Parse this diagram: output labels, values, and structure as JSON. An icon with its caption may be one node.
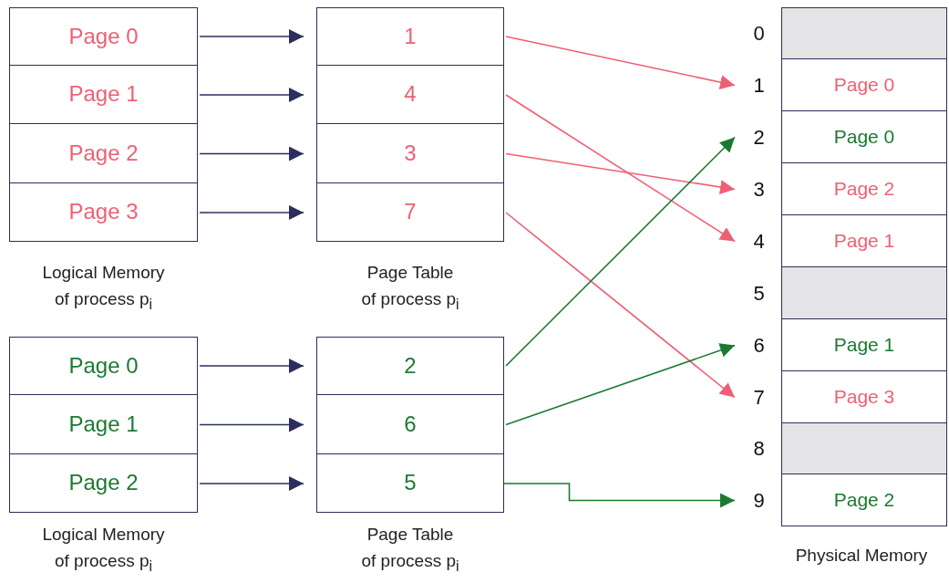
{
  "diagram": {
    "nodes": [
      {
        "text": [
          "Page 0"
        ]
      },
      {
        "text": [
          "Page 1"
        ]
      },
      {
        "text": [
          "Page 2"
        ]
      },
      {
        "text": [
          "Page 3"
        ]
      },
      {
        "text": [
          "1"
        ]
      },
      {
        "text": [
          "4"
        ]
      },
      {
        "text": [
          "3"
        ]
      },
      {
        "text": [
          "7"
        ]
      },
      {
        "text": [
          "Page 0"
        ]
      },
      {
        "text": [
          "Page 1"
        ]
      },
      {
        "text": [
          "Page 2"
        ]
      },
      {
        "text": [
          "2"
        ]
      },
      {
        "text": [
          "6"
        ]
      },
      {
        "text": [
          "5"
        ]
      },
      {
        "text": [],
        "shape": "box",
        "beside": [
          "0"
        ]
      },
      {
        "text": [
          "Page 0"
        ],
        "beside": [
          "1"
        ]
      },
      {
        "text": [
          "Page 0"
        ],
        "beside": [
          "2"
        ]
      },
      {
        "text": [
          "Page 2"
        ],
        "beside": [
          "3"
        ]
      },
      {
        "text": [
          "Page 1"
        ],
        "beside": [
          "4"
        ]
      },
      {
        "text": [],
        "shape": "box",
        "beside": [
          "5"
        ]
      },
      {
        "text": [
          "Page 1"
        ],
        "beside": [
          "6"
        ]
      },
      {
        "text": [
          "Page 3"
        ],
        "beside": [
          "7"
        ]
      },
      {
        "text": [],
        "shape": "box",
        "beside": [
          "8"
        ]
      },
      {
        "text": [
          "Page 2"
        ],
        "beside": [
          "9"
        ]
      }
    ],
    "edges": [
      {
        "from": 0,
        "to": 4,
        "arrow": "to"
      },
      {
        "from": 1,
        "to": 5,
        "arrow": "to"
      },
      {
        "from": 2,
        "to": 6,
        "arrow": "to"
      },
      {
        "from": 3,
        "to": 7,
        "arrow": "to"
      },
      {
        "from": 8,
        "to": 11,
        "arrow": "to"
      },
      {
        "from": 9,
        "to": 12,
        "arrow": "to"
      },
      {
        "from": 10,
        "to": 13,
        "arrow": "to"
      },
      {
        "from": 4,
        "to": 15,
        "arrow": "to",
        "color": "#ef5f73"
      },
      {
        "from": 5,
        "to": 18,
        "arrow": "to",
        "color": "#ef5f73"
      },
      {
        "from": 6,
        "to": 17,
        "arrow": "to",
        "color": "#ef5f73"
      },
      {
        "from": 7,
        "to": 21,
        "arrow": "to",
        "color": "#ef5f73"
      },
      {
        "from": 11,
        "to": 16,
        "arrow": "to",
        "color": "#1b7a31"
      },
      {
        "from": 12,
        "to": 20,
        "arrow": "to",
        "color": "#1b7a31"
      },
      {
        "from": 13,
        "to": 23,
        "arrow": "to",
        "color": "#1b7a31"
      }
    ],
    "labels": [
      "Logical Memory of process p$_{i}$",
      "Page Table of process p$_{i}$",
      "Logical Memory of process p$_{i}$",
      "Page Table of process p$_{i}$",
      "Physical Memory"
    ]
  }
}
